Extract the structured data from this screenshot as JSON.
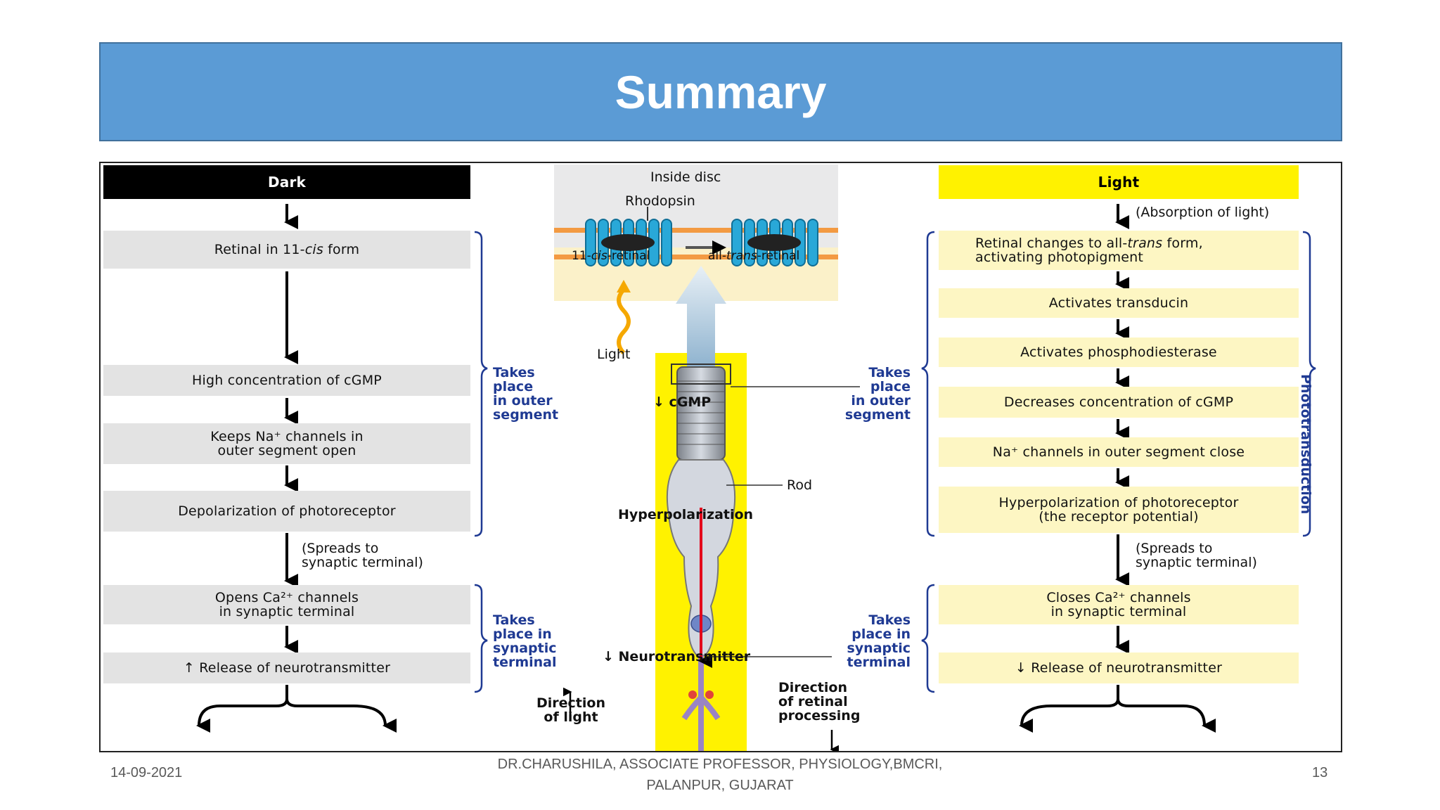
{
  "slide": {
    "title": "Summary",
    "footer_date": "14-09-2021",
    "footer_author_line1": "DR.CHARUSHILA, ASSOCIATE PROFESSOR, PHYSIOLOGY,BMCRI,",
    "footer_author_line2": "PALANPUR, GUJARAT",
    "footer_page": "13"
  },
  "dark": {
    "header": "Dark",
    "steps": [
      [
        "Retinal in 11-",
        "cis",
        " form"
      ],
      "High concentration of cGMP",
      [
        "Keeps Na⁺ channels in",
        "outer segment open"
      ],
      "Depolarization of photoreceptor",
      [
        "Opens Ca²⁺ channels",
        "in synaptic terminal"
      ],
      "↑ Release of neurotransmitter"
    ],
    "spread_note": [
      "(Spreads to",
      "synaptic terminal)"
    ]
  },
  "light": {
    "header": "Light",
    "absorption_note": "(Absorption of light)",
    "steps": [
      [
        "Retinal changes to all-",
        "trans",
        " form,",
        "activating photopigment"
      ],
      "Activates transducin",
      "Activates phosphodiesterase",
      "Decreases concentration of cGMP",
      "Na⁺ channels in outer segment close",
      [
        "Hyperpolarization of photoreceptor",
        "(the receptor potential)"
      ],
      [
        "Closes Ca²⁺ channels",
        "in synaptic terminal"
      ],
      "↓ Release of neurotransmitter"
    ],
    "spread_note": [
      "(Spreads to",
      "synaptic terminal)"
    ],
    "side_label": "Phototransduction"
  },
  "center": {
    "inside_disc": "Inside disc",
    "rhodopsin": "Rhodopsin",
    "cis_retinal": [
      "11-",
      "cis",
      "-retinal"
    ],
    "trans_retinal": [
      "all-",
      "trans",
      "-retinal"
    ],
    "light": "Light",
    "cgmp": "↓ cGMP",
    "rod": "Rod",
    "hyperpolarization": "Hyperpolarization",
    "neurotransmitter": "↓ Neurotransmitter",
    "direction_light": [
      "Direction",
      "of light"
    ],
    "direction_processing": [
      "Direction",
      "of retinal",
      "processing"
    ]
  },
  "brackets": {
    "outer_left": [
      "Takes",
      "place",
      "in outer",
      "segment"
    ],
    "outer_right": [
      "Takes",
      "place",
      "in outer",
      "segment"
    ],
    "synaptic_left": [
      "Takes",
      "place in",
      "synaptic",
      "terminal"
    ],
    "synaptic_right": [
      "Takes",
      "place in",
      "synaptic",
      "terminal"
    ]
  },
  "colors": {
    "banner": "#5b9bd5",
    "light_header": "#fff200",
    "light_box": "#fdf6c3",
    "dark_box": "#e3e3e3",
    "bracket_text": "#1f3a93"
  }
}
